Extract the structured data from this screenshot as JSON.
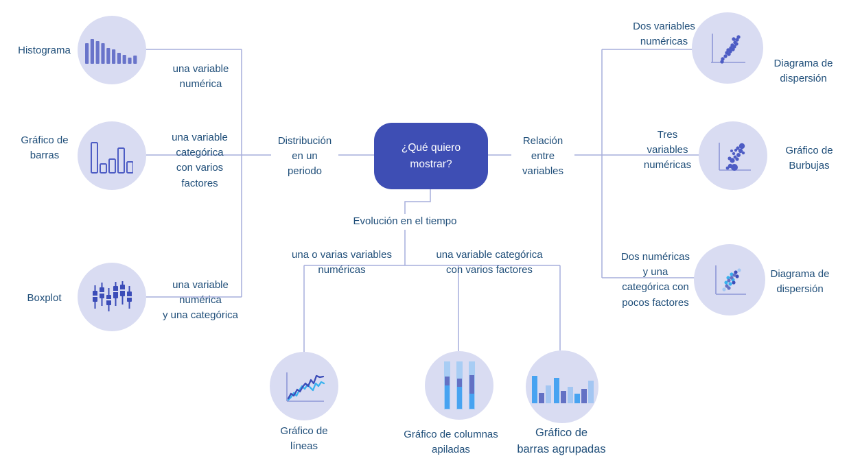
{
  "center_node": {
    "label": "¿Qué quiero\nmostrar?"
  },
  "branches": {
    "distribution": {
      "label": "Distribución\nen un\nperiodo"
    },
    "relation": {
      "label": "Relación\nentre\nvariables"
    },
    "evolution": {
      "label": "Evolución en el tiempo"
    }
  },
  "conditions": {
    "histogram": "una variable\nnumérica",
    "bars": "una variable\ncategórica\ncon varios\nfactores",
    "boxplot": "una variable\nnumérica\ny una categórica",
    "scatter_top": "Dos variables\nnuméricas",
    "bubble": "Tres\nvariables\nnuméricas",
    "scatter_bottom": "Dos numéricas\ny una\ncategórica con\npocos factores",
    "line": "una o varias variables\nnuméricas",
    "stacked_grouped": "una variable categórica\ncon varios factores"
  },
  "chart_types": {
    "histogram": "Histograma",
    "bars": "Gráfico de\nbarras",
    "boxplot": "Boxplot",
    "scatter_top": "Diagrama de\ndispersión",
    "bubble": "Gráfico de\nBurbujas",
    "scatter_bottom": "Diagrama de\ndispersión",
    "line": "Gráfico de\nlíneas",
    "stacked": "Gráfico de columnas\napiladas",
    "grouped": "Gráfico de\nbarras agrupadas"
  },
  "icons": {
    "histogram": "histogram-icon",
    "bars": "bar-chart-icon",
    "boxplot": "boxplot-icon",
    "scatter_top": "scatter-plot-icon",
    "bubble": "bubble-chart-icon",
    "scatter_bottom": "scatter-multicolor-icon",
    "line": "line-chart-icon",
    "stacked": "stacked-columns-icon",
    "grouped": "grouped-bars-icon"
  },
  "colors": {
    "node-bg": "#3e4eb4",
    "node-text": "#ffffff",
    "circle-bg": "#d9dcf2",
    "text": "#1f4e79",
    "line": "#a6addc",
    "icon-main": "#6974ca",
    "icon-outline": "#4d5cc4",
    "icon-dark": "#3b4cb8",
    "axis": "#8d96d6",
    "cyan": "#38b1ee",
    "blue": "#47a3f1",
    "purple": "#6371c4",
    "light-blue": "#a3c6f2",
    "pale-blue": "#a8cdf4"
  }
}
